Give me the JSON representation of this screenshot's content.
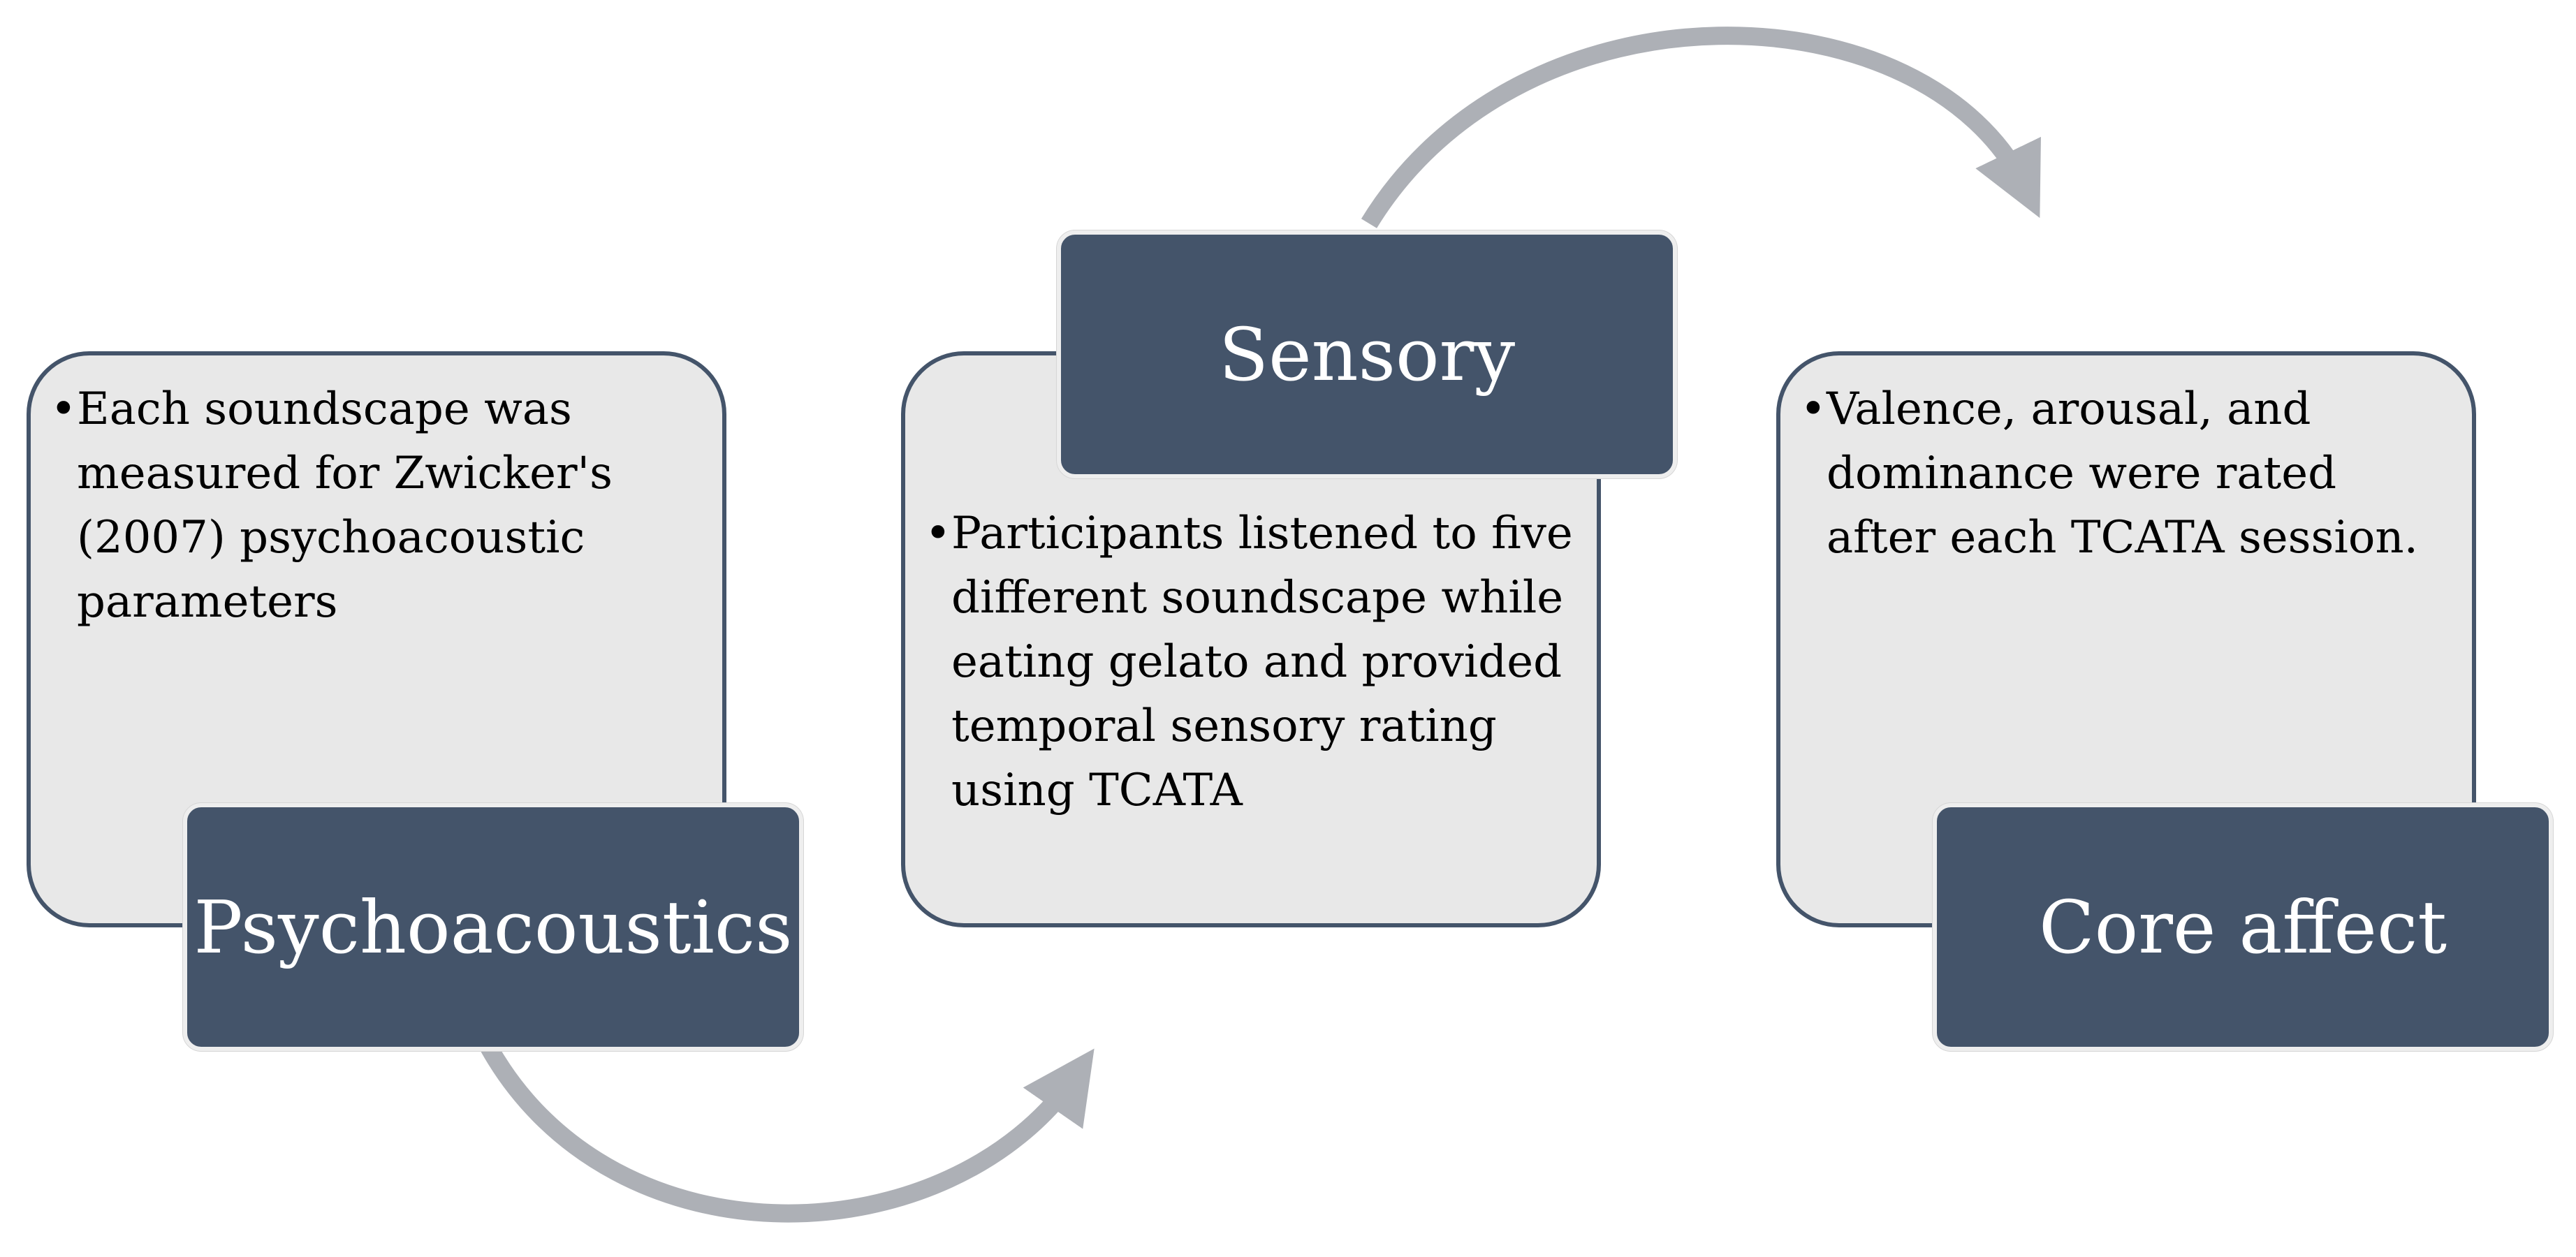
{
  "colors": {
    "label_fill": "#44546a",
    "box_fill": "#e8e8e8",
    "box_border": "#44546a",
    "arrow": "#adb0b6",
    "label_text": "#ffffff"
  },
  "nodes": [
    {
      "id": "psychoacoustics",
      "title": "Psychoacoustics",
      "bullets": [
        "Each soundscape was measured for Zwicker's (2007) psychoacoustic parameters"
      ]
    },
    {
      "id": "sensory",
      "title": "Sensory",
      "bullets": [
        "Participants listened to five different soundscape while eating gelato and provided temporal sensory rating using TCATA"
      ]
    },
    {
      "id": "core-affect",
      "title": "Core affect",
      "bullets": [
        "Valence, arousal, and dominance were rated after each TCATA session."
      ]
    }
  ],
  "connectors": [
    {
      "from": "psychoacoustics",
      "to": "sensory",
      "icon": "curved-arrow"
    },
    {
      "from": "sensory",
      "to": "core-affect",
      "icon": "curved-arrow"
    }
  ]
}
